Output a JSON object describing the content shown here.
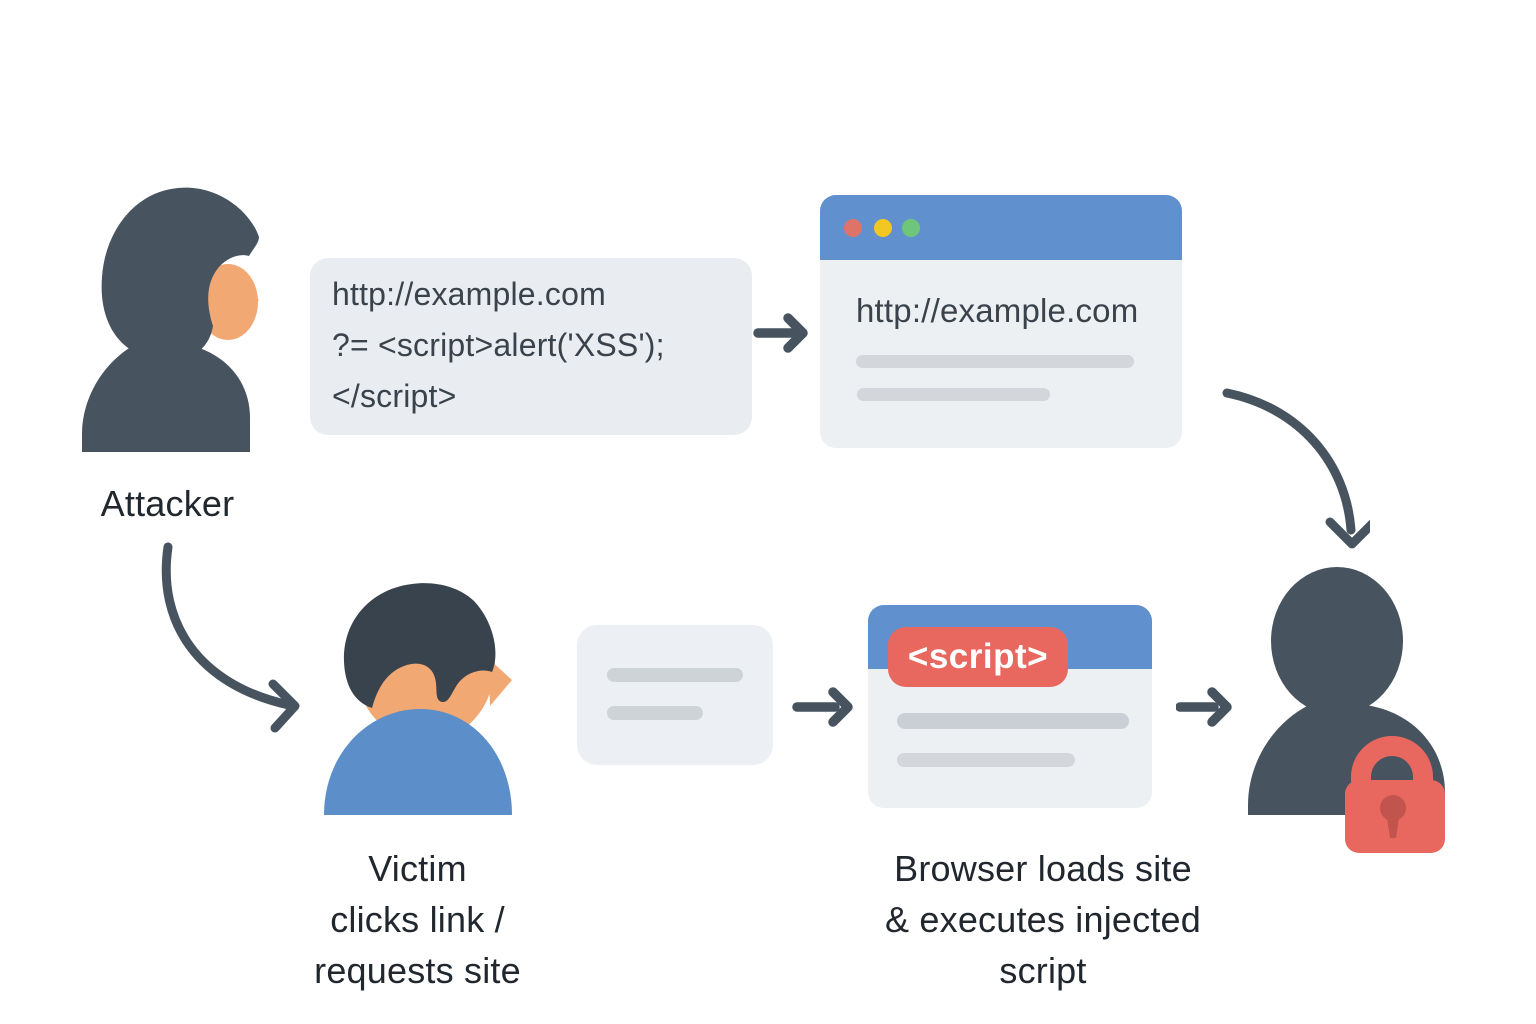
{
  "attacker": {
    "label": "Attacker"
  },
  "malicious_url_box": {
    "lines": [
      "http://example.com",
      "?= <script>alert('XSS');",
      "</script>"
    ]
  },
  "clean_browser": {
    "url": "http://example.com"
  },
  "injected_browser": {
    "badge_label": "<script>"
  },
  "victim": {
    "caption_lines": [
      "Victim",
      "clicks link /",
      "requests site"
    ]
  },
  "outcome": {
    "caption_lines": [
      "Browser loads site",
      "& executes injected",
      "script"
    ]
  },
  "icons": {
    "traffic_lights": [
      "close-dot",
      "minimize-dot",
      "maximize-dot"
    ],
    "lock": "lock-icon"
  },
  "colors": {
    "background": "#FFFFFF",
    "figure_dark": "#47545F",
    "victim_hair": "#39434E",
    "skin": "#F2A873",
    "victim_shirt": "#5C8FCA",
    "browser_header_blue": "#6090CE",
    "panel_gray": "#E9EDF1",
    "placeholder_line_gray": "#D3D7DC",
    "badge_red": "#E8685F",
    "keyhole_red": "#C1544C",
    "dot_red": "#DE7369",
    "dot_yellow": "#F2C722",
    "dot_green": "#6FC67B",
    "text_dark": "#21272E"
  }
}
